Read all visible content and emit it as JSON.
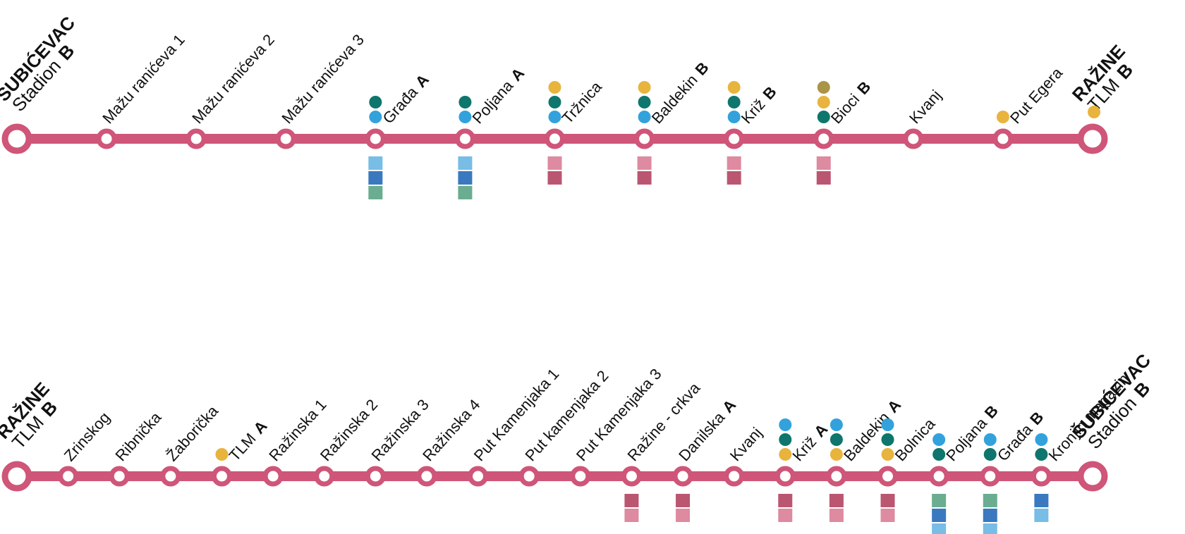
{
  "colors": {
    "line": "#cf5579",
    "dot_teal": "#0e766c",
    "dot_blue": "#33a2dc",
    "dot_orange": "#e8b43e",
    "dot_olive": "#aa9448",
    "sq_lightblue": "#77bde6",
    "sq_blue": "#3a79c0",
    "sq_green": "#6aad90",
    "sq_pink": "#de8aa0",
    "sq_rose": "#bb5670"
  },
  "routes": [
    {
      "id": "top",
      "start_terminal": {
        "line1": "ŠUBIĆEVAC",
        "line2": "Stadion",
        "suffix": "B"
      },
      "end_terminal": {
        "line1": "RAŽINE",
        "line2": "TLM",
        "suffix": "B",
        "dots": [
          "orange"
        ]
      },
      "stops": [
        {
          "name": "Mažu ranićeva 1",
          "suffix": "",
          "dots": [],
          "squares": []
        },
        {
          "name": "Mažu ranićeva 2",
          "suffix": "",
          "dots": [],
          "squares": []
        },
        {
          "name": "Mažu ranićeva 3",
          "suffix": "",
          "dots": [],
          "squares": []
        },
        {
          "name": "Građa",
          "suffix": "A",
          "dots": [
            "teal",
            "blue"
          ],
          "squares": [
            "lightblue",
            "blue",
            "green"
          ]
        },
        {
          "name": "Poljana",
          "suffix": "A",
          "dots": [
            "teal",
            "blue"
          ],
          "squares": [
            "lightblue",
            "blue",
            "green"
          ]
        },
        {
          "name": "Tržnica",
          "suffix": "",
          "dots": [
            "orange",
            "teal",
            "blue"
          ],
          "squares": [
            "pink",
            "rose"
          ]
        },
        {
          "name": "Baldekin",
          "suffix": "B",
          "dots": [
            "orange",
            "teal",
            "blue"
          ],
          "squares": [
            "pink",
            "rose"
          ]
        },
        {
          "name": "Križ",
          "suffix": "B",
          "dots": [
            "orange",
            "teal",
            "blue"
          ],
          "squares": [
            "pink",
            "rose"
          ]
        },
        {
          "name": "Bioci",
          "suffix": "B",
          "dots": [
            "olive",
            "orange",
            "teal"
          ],
          "squares": [
            "pink",
            "rose"
          ]
        },
        {
          "name": "Kvanj",
          "suffix": "",
          "dots": [],
          "squares": []
        },
        {
          "name": "Put Egera",
          "suffix": "",
          "dots": [
            "orange"
          ],
          "squares": []
        }
      ]
    },
    {
      "id": "bottom",
      "start_terminal": {
        "line1": "RAŽINE",
        "line2": "TLM",
        "suffix": "B"
      },
      "end_terminal": {
        "line1": "ŠUBIĆEVAC",
        "line2": "Stadion",
        "suffix": "B",
        "dots": []
      },
      "stops": [
        {
          "name": "Zrinskog",
          "suffix": "",
          "dots": [],
          "squares": []
        },
        {
          "name": "Ribnička",
          "suffix": "",
          "dots": [],
          "squares": []
        },
        {
          "name": "Žaborička",
          "suffix": "",
          "dots": [],
          "squares": []
        },
        {
          "name": "TLM",
          "suffix": "A",
          "dots": [
            "orange"
          ],
          "squares": []
        },
        {
          "name": "Ražinska 1",
          "suffix": "",
          "dots": [],
          "squares": []
        },
        {
          "name": "Ražinska 2",
          "suffix": "",
          "dots": [],
          "squares": []
        },
        {
          "name": "Ražinska 3",
          "suffix": "",
          "dots": [],
          "squares": []
        },
        {
          "name": "Ražinska 4",
          "suffix": "",
          "dots": [],
          "squares": []
        },
        {
          "name": "Put Kamenjaka 1",
          "suffix": "",
          "dots": [],
          "squares": []
        },
        {
          "name": "Put kamenjaka 2",
          "suffix": "",
          "dots": [],
          "squares": []
        },
        {
          "name": "Put Kamenjaka 3",
          "suffix": "",
          "dots": [],
          "squares": []
        },
        {
          "name": "Ražine - crkva",
          "suffix": "",
          "dots": [],
          "squares": [
            "rose",
            "pink"
          ]
        },
        {
          "name": "Danilska",
          "suffix": "A",
          "dots": [],
          "squares": [
            "rose",
            "pink"
          ]
        },
        {
          "name": "Kvanj",
          "suffix": "",
          "dots": [],
          "squares": []
        },
        {
          "name": "Križ",
          "suffix": "A",
          "dots": [
            "blue",
            "teal",
            "orange"
          ],
          "squares": [
            "rose",
            "pink"
          ]
        },
        {
          "name": "Baldekin",
          "suffix": "A",
          "dots": [
            "blue",
            "teal",
            "orange"
          ],
          "squares": [
            "rose",
            "pink"
          ]
        },
        {
          "name": "Bolnica",
          "suffix": "",
          "dots": [
            "blue",
            "teal",
            "orange"
          ],
          "squares": [
            "rose",
            "pink"
          ]
        },
        {
          "name": "Poljana",
          "suffix": "B",
          "dots": [
            "blue",
            "teal"
          ],
          "squares": [
            "green",
            "blue",
            "lightblue"
          ]
        },
        {
          "name": "Građa",
          "suffix": "B",
          "dots": [
            "blue",
            "teal"
          ],
          "squares": [
            "green",
            "blue",
            "lightblue"
          ]
        },
        {
          "name": "Kronjin magazin",
          "suffix": "",
          "dots": [
            "blue",
            "teal"
          ],
          "squares": [
            "blue",
            "lightblue"
          ]
        }
      ]
    }
  ]
}
